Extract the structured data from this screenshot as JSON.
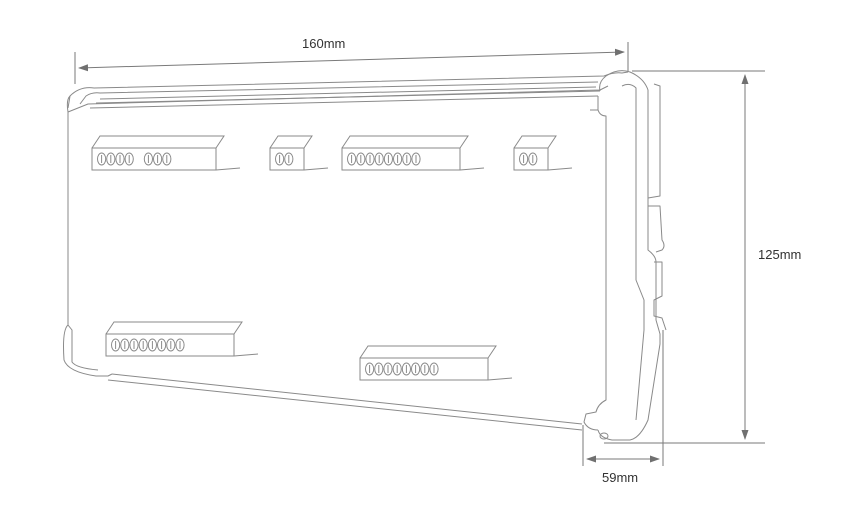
{
  "dimensions": {
    "width": "160mm",
    "height": "125mm",
    "depth": "59mm"
  },
  "colors": {
    "outline": "#8a8a8a",
    "dimension_line": "#7a7a7a",
    "arrow": "#707070",
    "text": "#333333",
    "background": "#ffffff"
  },
  "terminal_blocks": {
    "top_row_pins": [
      [
        4,
        3
      ],
      [
        2
      ],
      [
        8
      ],
      [
        2
      ]
    ],
    "bottom_row_pins": [
      8,
      8
    ]
  }
}
